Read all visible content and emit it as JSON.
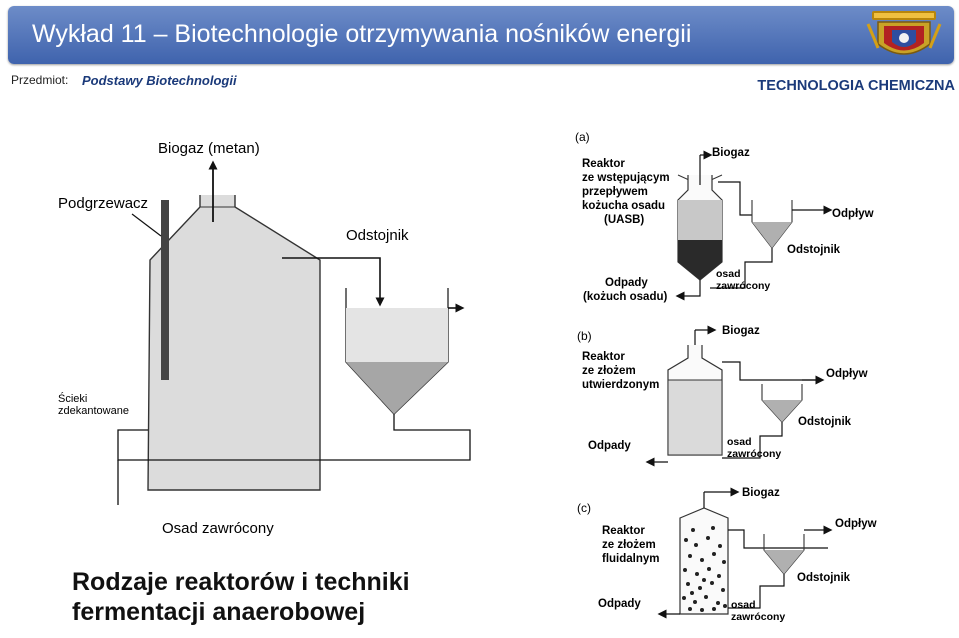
{
  "header": {
    "title": "Wykład 11 – Biotechnologie otrzymywania nośników energii",
    "subject_label": "Przedmiot:",
    "subject_name": "Podstawy Biotechnologii",
    "department": "TECHNOLOGIA CHEMICZNA"
  },
  "left_diagram": {
    "biogas": "Biogaz (metan)",
    "heater": "Podgrzewacz",
    "settler": "Odstojnik",
    "wastewater_line1": "Ścieki",
    "wastewater_line2": "zdekantowane",
    "recycled_sludge": "Osad zawrócony"
  },
  "panel_a": {
    "tag": "(a)",
    "reactor_lines": [
      "Reaktor",
      "ze wstępującym",
      "przepływem",
      "kożucha osadu",
      "(UASB)"
    ],
    "biogas": "Biogaz",
    "outflow": "Odpływ",
    "settler": "Odstojnik",
    "sludge_line1": "osad",
    "sludge_line2": "zawrócony",
    "waste_line1": "Odpady",
    "waste_line2": "(kożuch osadu)"
  },
  "panel_b": {
    "tag": "(b)",
    "reactor_lines": [
      "Reaktor",
      "ze złożem",
      "utwierdzonym"
    ],
    "biogas": "Biogaz",
    "outflow": "Odpływ",
    "settler": "Odstojnik",
    "waste": "Odpady",
    "sludge_line1": "osad",
    "sludge_line2": "zawrócony"
  },
  "panel_c": {
    "tag": "(c)",
    "reactor_lines": [
      "Reaktor",
      "ze złożem",
      "fluidalnym"
    ],
    "biogas": "Biogaz",
    "outflow": "Odpływ",
    "settler": "Odstojnik",
    "waste": "Odpady",
    "sludge_line1": "osad",
    "sludge_line2": "zawrócony"
  },
  "heading": {
    "line1": "Rodzaje reaktorów i techniki",
    "line2": "fermentacji anaerobowej"
  }
}
